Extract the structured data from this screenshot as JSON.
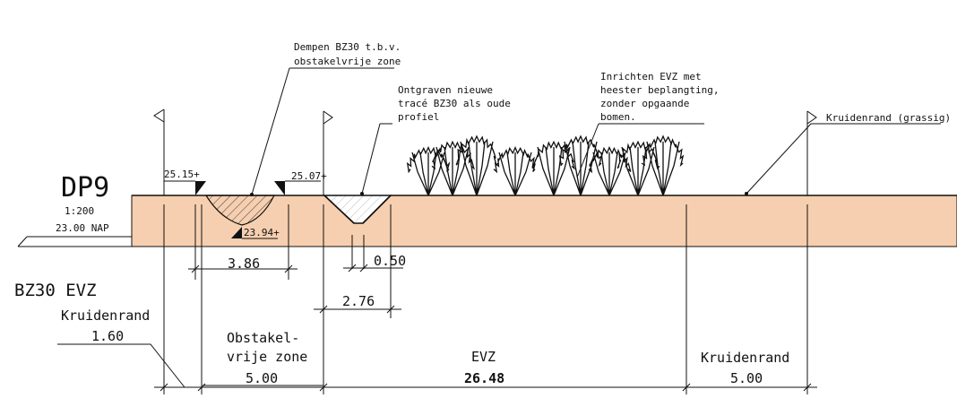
{
  "section": {
    "id": "DP9",
    "scale": "1:200",
    "datum": "23.00  NAP",
    "profile_name": "BZ30 EVZ"
  },
  "annotations": {
    "fill_ditch_line1": "Dempen BZ30 t.b.v.",
    "fill_ditch_line2": "obstakelvrije zone",
    "new_ditch_line1": "Ontgraven nieuwe",
    "new_ditch_line2": "tracé BZ30 als oude",
    "new_ditch_line3": "profiel",
    "evz_line1": "Inrichten EVZ met",
    "evz_line2": "heester beplangting,",
    "evz_line3": "zonder opgaande",
    "evz_line4": "bomen.",
    "herb_edge_note": "Kruidenrand (grassig)"
  },
  "levels": {
    "left_bank": "25.15+",
    "right_bank": "25.07+",
    "ditch_bottom": "23.94+"
  },
  "dimensions": {
    "old_ditch_width": "3.86",
    "new_ditch_bottom": "0.50",
    "new_ditch_width": "2.76"
  },
  "zones": {
    "left_herb_name": "Kruidenrand",
    "left_herb_width": "1.60",
    "obstacle_name_line1": "Obstakel-",
    "obstacle_name_line2": "vrije zone",
    "obstacle_width": "5.00",
    "evz_name": "EVZ",
    "evz_width": "26.48",
    "right_herb_name": "Kruidenrand",
    "right_herb_width": "5.00"
  },
  "colors": {
    "ground": "#f6cfb0",
    "line": "#111111"
  }
}
